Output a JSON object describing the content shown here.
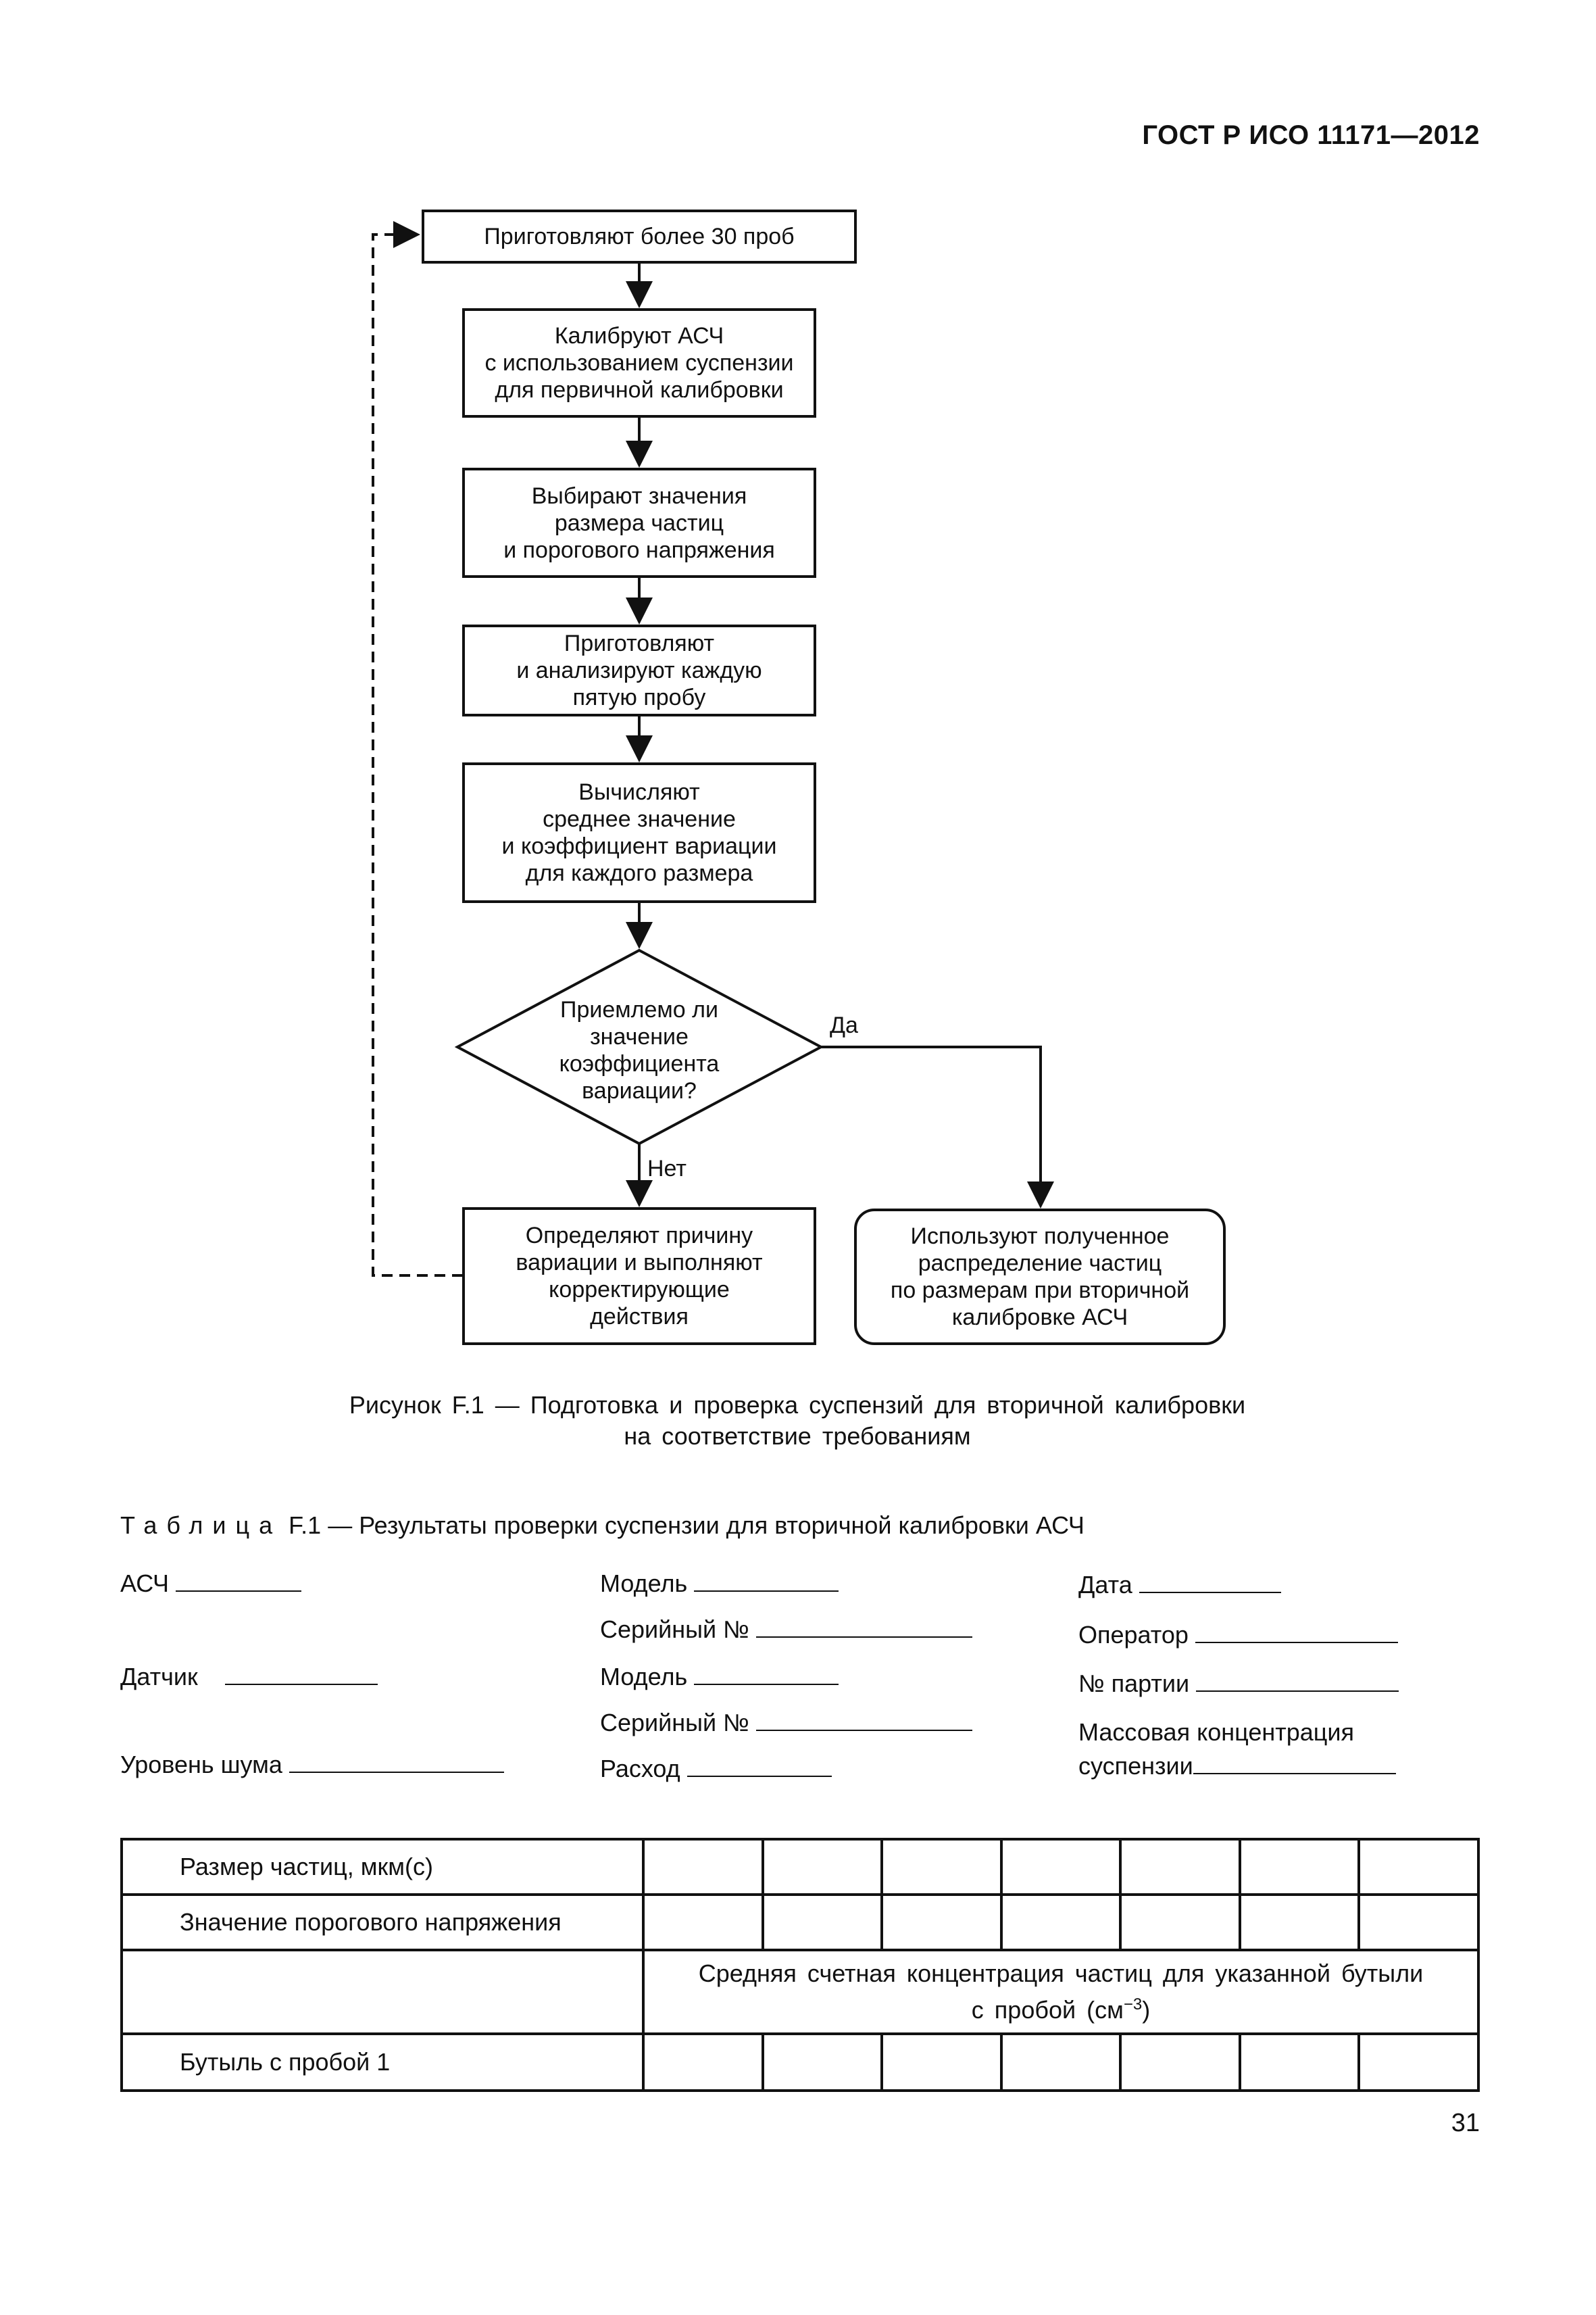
{
  "header": {
    "standard": "ГОСТ Р ИСО 11171—2012"
  },
  "flowchart": {
    "step1": "Приготовляют более 30 проб",
    "step2": "Калибруют АСЧ\nс использованием суспензии\nдля первичной калибровки",
    "step3": "Выбирают значения\nразмера частиц\nи порогового напряжения",
    "step4": "Приготовляют\nи анализируют каждую\nпятую пробу",
    "step5": "Вычисляют\nсреднее значение\nи коэффициент  вариации\nдля каждого размера",
    "decision": "Приемлемо ли\nзначение\nкоэффициента\nвариации?",
    "yes_label": "Да",
    "no_label": "Нет",
    "no_action": "Определяют причину\nвариации и выполняют\nкорректирующие\nдействия",
    "yes_action": "Используют полученное\nраспределение частиц\nпо размерам при вторичной\nкалибровке АСЧ"
  },
  "figure_caption": {
    "line1": "Рисунок F.1 — Подготовка и проверка суспензий для вторичной калибровки",
    "line2": "на соответствие требованиям"
  },
  "table_title": {
    "prefix": "Таблица",
    "text": "F.1 — Результаты проверки суспензии для вторичной калибровки АСЧ"
  },
  "form_fields": {
    "asch": "АСЧ",
    "model1": "Модель",
    "date": "Дата",
    "serial1": "Серийный №",
    "operator": "Оператор",
    "sensor": "Датчик",
    "model2": "Модель",
    "batch": "№ партии",
    "serial2": "Серийный №",
    "mass_conc_1": "Массовая концентрация",
    "mass_conc_2": "суспензии",
    "noise": "Уровень шума",
    "flow": "Расход"
  },
  "results_table": {
    "row1_label": "Размер частиц, мкм(c)",
    "row2_label": "Значение порогового напряжения",
    "header_span_1": "Средняя счетная концентрация частиц для указанной бутыли",
    "header_span_2": "с пробой (см",
    "header_span_sup": "−3",
    "header_span_3": ")",
    "row4_label": "Бутыль с пробой 1",
    "value_columns": 7
  },
  "page_number": "31"
}
